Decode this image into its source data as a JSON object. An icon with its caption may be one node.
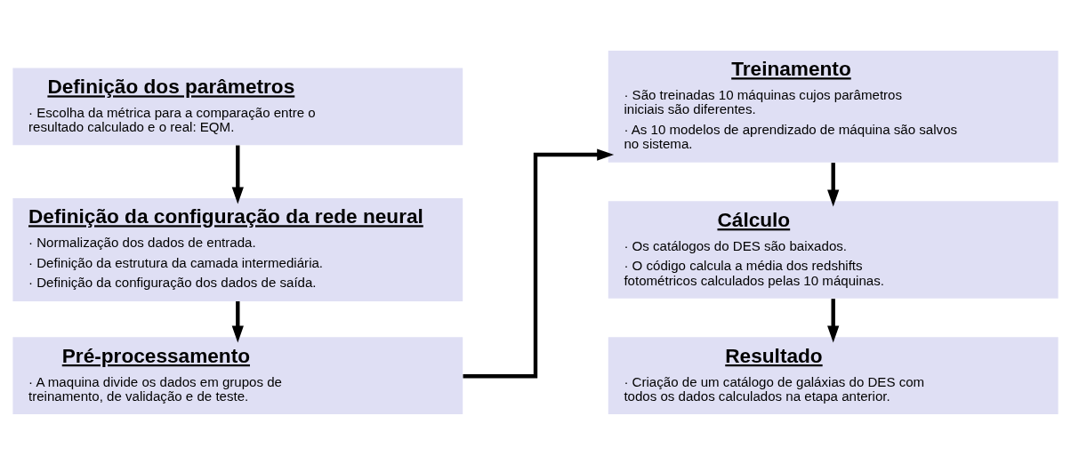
{
  "diagram": {
    "nodes": [
      {
        "text": [
          "Definição dos parâmetros",
          "· Escolha da métrica para a comparação entre o resultado calculado e o real: EQM."
        ]
      },
      {
        "text": [
          "Definição da configuração da rede neural",
          "· Normalização dos dados de entrada.",
          "· Definição da estrutura da camada intermediária.",
          "· Definição da configuração dos dados de saída."
        ]
      },
      {
        "text": [
          "Pré-processamento",
          "· A maquina divide os dados em grupos de treinamento, de validação e de teste."
        ]
      },
      {
        "text": [
          "Treinamento",
          "· São treinadas 10 máquinas cujos parâmetros iniciais são diferentes.",
          "· As 10 modelos de aprendizado de máquina são salvos no sistema."
        ]
      },
      {
        "text": [
          "Cálculo",
          "· Os catálogos do DES são baixados.",
          "· O código calcula a média dos redshifts fotométricos calculados pelas 10 máquinas."
        ]
      },
      {
        "text": [
          "Resultado",
          "· Criação de um catálogo de galáxias do DES com todos os dados calculados na etapa anterior."
        ]
      }
    ],
    "edges": [
      {
        "from": 0,
        "to": 1,
        "arrow": "to"
      },
      {
        "from": 1,
        "to": 2,
        "arrow": "to"
      },
      {
        "from": 2,
        "to": 3,
        "arrow": "to"
      },
      {
        "from": 3,
        "to": 4,
        "arrow": "to"
      },
      {
        "from": 4,
        "to": 5,
        "arrow": "to"
      }
    ]
  }
}
